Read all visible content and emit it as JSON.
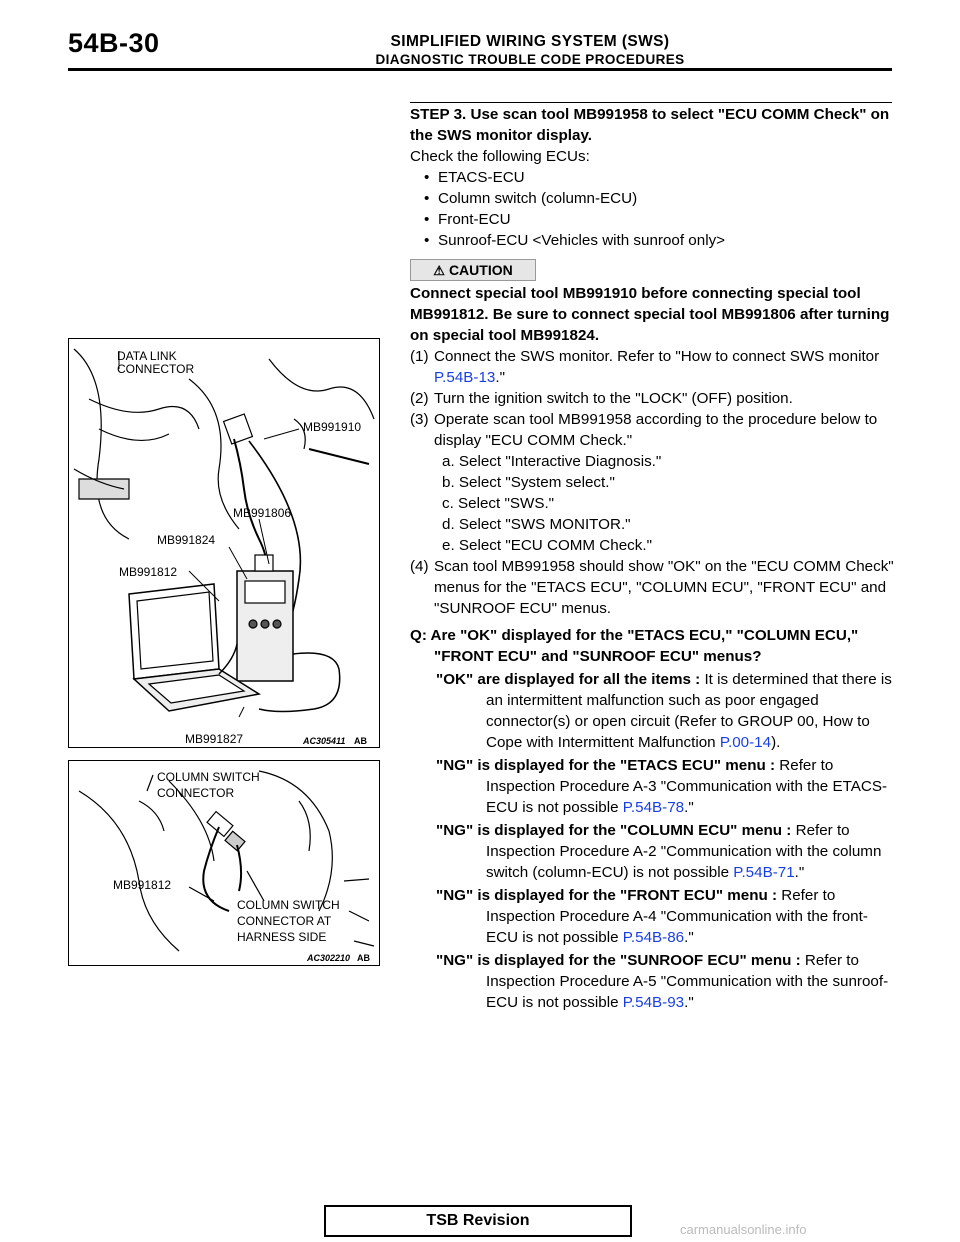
{
  "header": {
    "page_number": "54B-30",
    "title": "SIMPLIFIED WIRING SYSTEM (SWS)",
    "subtitle": "DIAGNOSTIC TROUBLE CODE PROCEDURES"
  },
  "step": {
    "heading": "STEP 3. Use scan tool MB991958 to select \"ECU COMM Check\" on the SWS monitor display.",
    "intro": "Check the following ECUs:",
    "ecus": [
      "ETACS-ECU",
      "Column switch (column-ECU)",
      "Front-ECU",
      "Sunroof-ECU <Vehicles with sunroof only>"
    ]
  },
  "caution": {
    "label": "CAUTION",
    "text": "Connect special tool MB991910 before connecting special tool MB991812. Be sure to connect special tool MB991806 after turning on special tool MB991824."
  },
  "procedure": {
    "s1_label": "(1)",
    "s1_text": "Connect the SWS monitor. Refer to \"How to connect SWS monitor ",
    "s1_link": "P.54B-13",
    "s1_end": ".\"",
    "s2_label": "(2)",
    "s2_text": "Turn the ignition switch to the \"LOCK\" (OFF) position.",
    "s3_label": "(3)",
    "s3_text": "Operate scan tool MB991958 according to the procedure below to display \"ECU COMM Check.\"",
    "sub": [
      "a. Select \"Interactive Diagnosis.\"",
      "b. Select \"System select.\"",
      "c. Select \"SWS.\"",
      "d. Select \"SWS MONITOR.\"",
      "e. Select \"ECU COMM Check.\""
    ],
    "s4_label": "(4)",
    "s4_text": "Scan tool MB991958 should show \"OK\" on the \"ECU COMM Check\" menus for the \"ETACS ECU\", \"COLUMN ECU\", \"FRONT ECU\" and \"SUNROOF ECU\" menus."
  },
  "question": {
    "text": "Q: Are \"OK\" displayed for the \"ETACS ECU,\" \"COLUMN ECU,\" \"FRONT ECU\" and \"SUNROOF ECU\" menus?"
  },
  "answers": {
    "a1_bold": "\"OK\" are displayed for all the items :",
    "a1_text": " It is determined that there is an intermittent malfunction such as poor engaged connector(s) or open circuit (Refer to GROUP 00, How to Cope with Intermittent Malfunction ",
    "a1_link": "P.00-14",
    "a1_end": ").",
    "a2_bold": "\"NG\" is displayed for the \"ETACS ECU\" menu :",
    "a2_text": " Refer to Inspection Procedure A-3 \"Communication with the ETACS-ECU is not possible ",
    "a2_link": "P.54B-78",
    "a2_end": ".\"",
    "a3_bold": "\"NG\" is displayed for the \"COLUMN ECU\" menu :",
    "a3_text": " Refer to Inspection Procedure A-2 \"Communication with the column switch (column-ECU) is not possible ",
    "a3_link": "P.54B-71",
    "a3_end": ".\"",
    "a4_bold": "\"NG\" is displayed for the \"FRONT ECU\" menu :",
    "a4_text": " Refer to Inspection Procedure A-4 \"Communication with the front-ECU is not possible ",
    "a4_link": "P.54B-86",
    "a4_end": ".\"",
    "a5_bold": "\"NG\" is displayed for the \"SUNROOF ECU\" menu :",
    "a5_text": " Refer to Inspection Procedure A-5 \"Communication with the sunroof-ECU is not possible ",
    "a5_link": "P.54B-93",
    "a5_end": ".\""
  },
  "figure1": {
    "labels": {
      "data_link": "DATA LINK",
      "connector": "CONNECTOR",
      "mb991910": "MB991910",
      "mb991806": "MB991806",
      "mb991824": "MB991824",
      "mb991812": "MB991812",
      "mb991827": "MB991827",
      "code": "AC305411",
      "code_suffix": "AB"
    }
  },
  "figure2": {
    "labels": {
      "col_switch": "COLUMN SWITCH",
      "connector": "CONNECTOR",
      "mb991812": "MB991812",
      "harness1": "COLUMN SWITCH",
      "harness2": "CONNECTOR AT",
      "harness3": "HARNESS SIDE",
      "code": "AC302210",
      "code_suffix": "AB"
    }
  },
  "footer": {
    "label": "TSB Revision",
    "watermark": "carmanualsonline.info"
  },
  "colors": {
    "link": "#1a3fe0"
  }
}
